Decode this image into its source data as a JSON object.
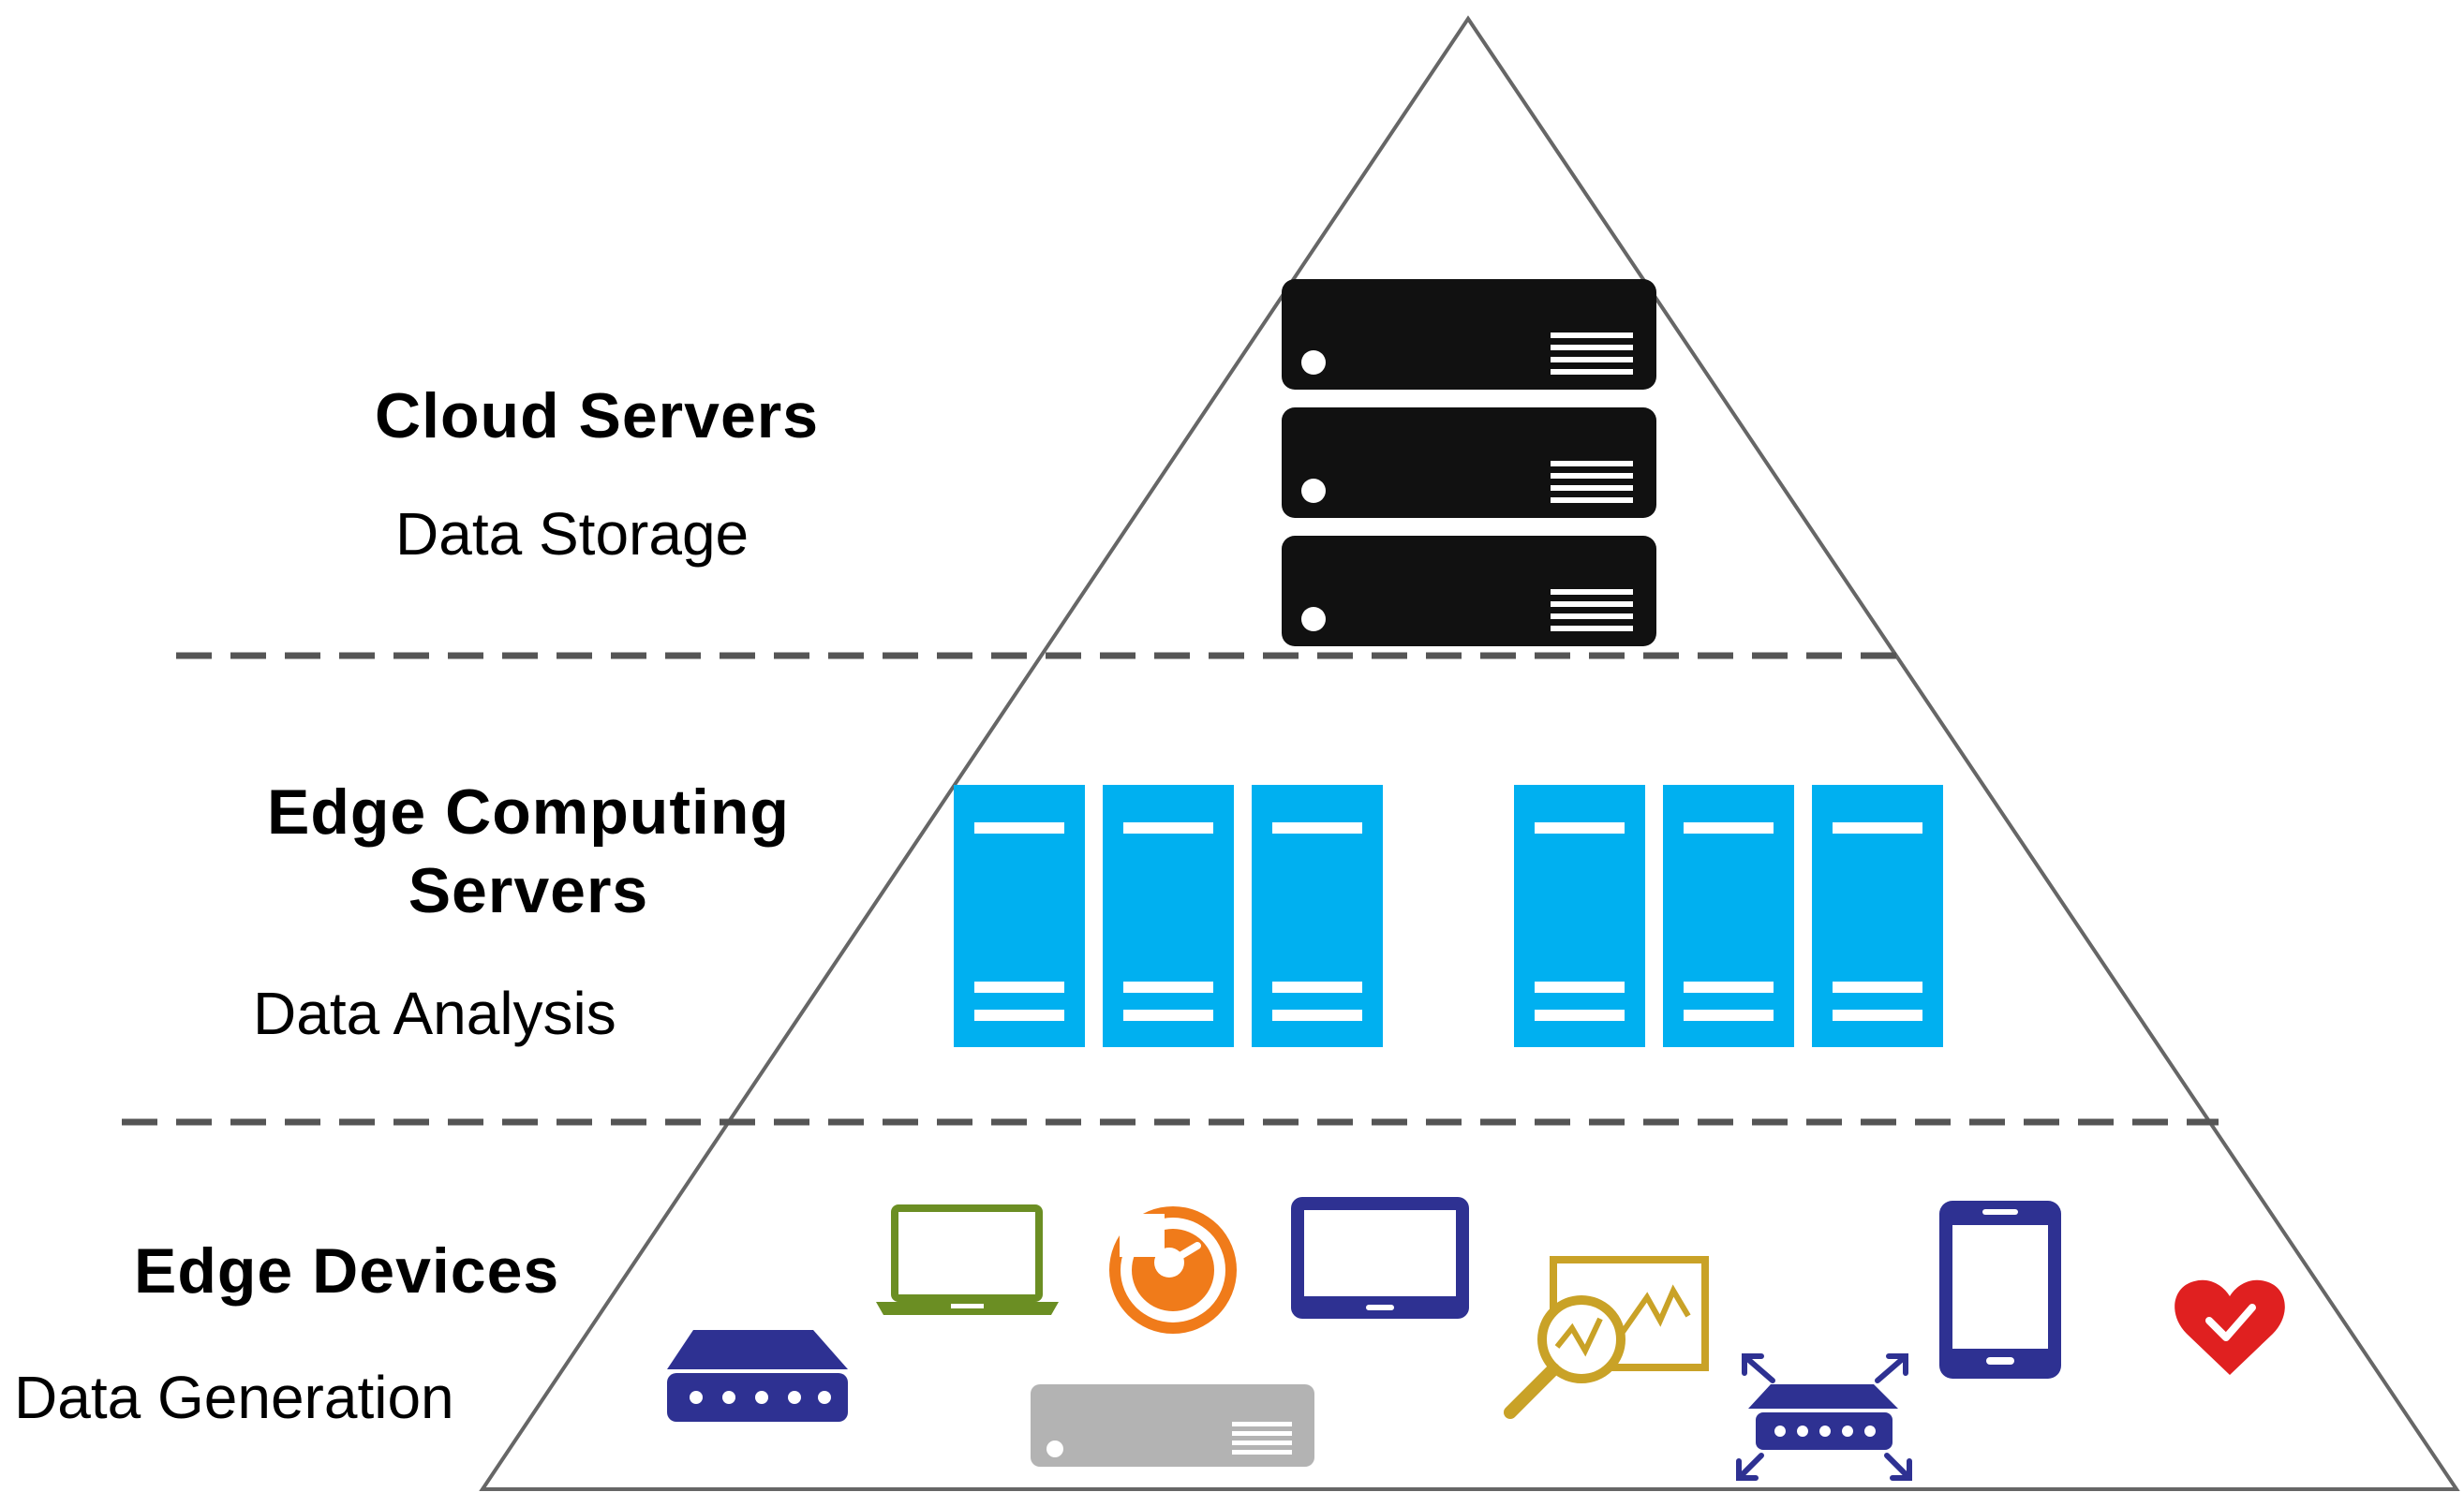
{
  "tiers": {
    "cloud": {
      "title": "Cloud Servers",
      "subtitle": "Data Storage",
      "server_color": "#111111"
    },
    "edge_servers": {
      "title_line1": "Edge Computing",
      "title_line2": "Servers",
      "subtitle": "Data Analysis",
      "server_color": "#00b0f0"
    },
    "edge_devices": {
      "title": "Edge Devices",
      "subtitle": "Data Generation"
    }
  },
  "colors": {
    "outline": "#666666",
    "divider": "#555555",
    "navy": "#2e3192",
    "green": "#6b8e23",
    "orange": "#f07b1a",
    "gray": "#b3b3b3",
    "gold": "#c9a227",
    "red": "#e02020"
  },
  "device_icons": [
    "router-icon",
    "laptop-icon",
    "gauge-icon",
    "tablet-icon",
    "gateway-server-icon",
    "analytics-icon",
    "wireless-router-icon",
    "smartphone-icon",
    "heart-icon"
  ]
}
